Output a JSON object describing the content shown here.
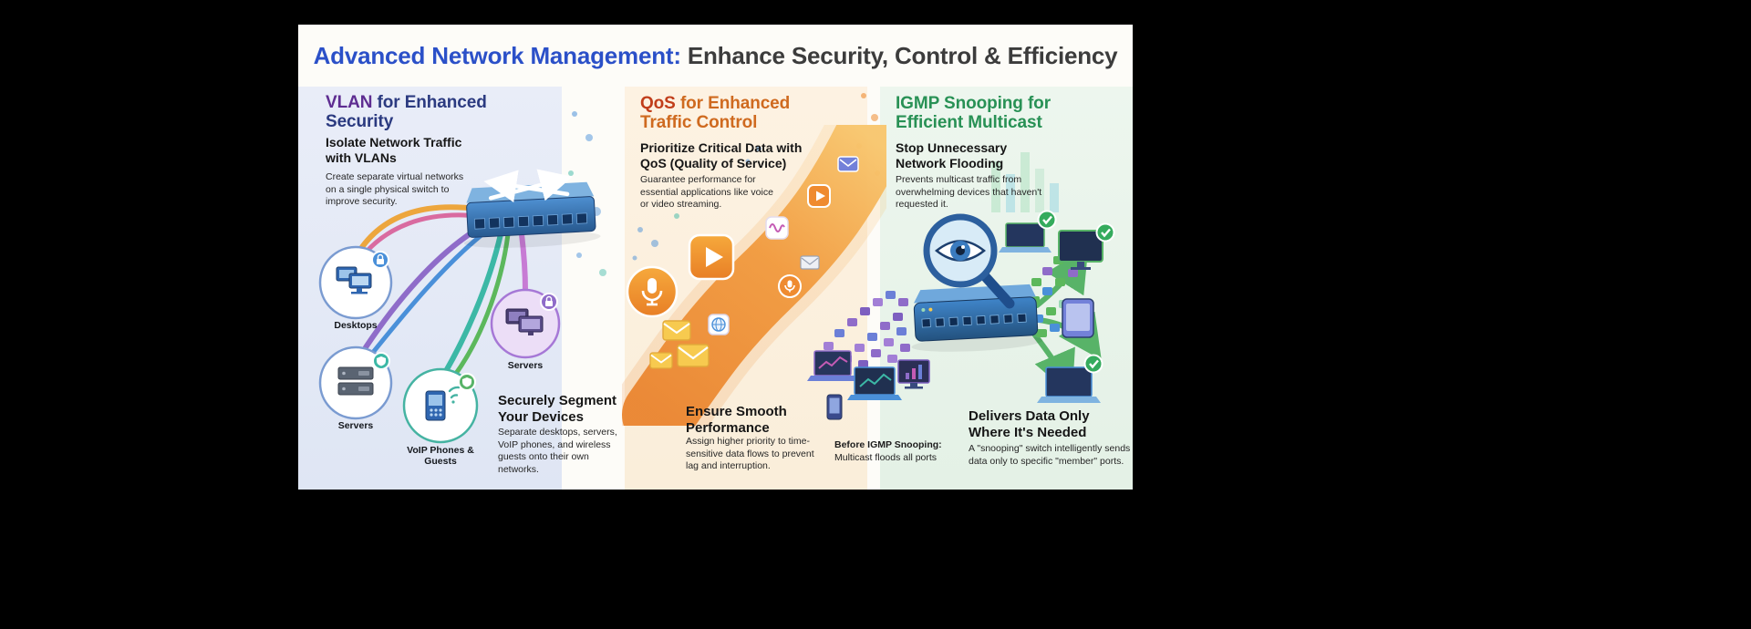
{
  "title": {
    "highlight": "Advanced Network Management:",
    "rest": " Enhance Security, Control & Efficiency"
  },
  "vlan": {
    "heading_highlight": "VLAN",
    "heading_rest": " for Enhanced Security",
    "point1_title": "Isolate Network Traffic with VLANs",
    "point1_body": "Create separate virtual networks on a single physical switch to improve security.",
    "label_desktops": "Desktops",
    "label_servers_left": "Servers",
    "label_servers_right": "Servers",
    "label_voip": "VoIP Phones & Guests",
    "point2_title": "Securely Segment Your Devices",
    "point2_body": "Separate desktops, servers, VoIP phones, and wireless guests onto their own networks."
  },
  "qos": {
    "heading_highlight": "QoS",
    "heading_rest": " for Enhanced Traffic Control",
    "point1_title": "Prioritize Critical Data with QoS (Quality of Service)",
    "point1_body": "Guarantee performance for essential applications like voice or video streaming.",
    "point2_title": "Ensure Smooth Performance",
    "point2_body": "Assign higher priority to time-sensitive data flows to prevent lag and interruption."
  },
  "igmp": {
    "heading": "IGMP Snooping for Efficient Multicast",
    "point1_title": "Stop Unnecessary Network Flooding",
    "point1_body": "Prevents multicast traffic from overwhelming devices that haven't requested it.",
    "before_label": "Before IGMP Snooping:",
    "before_body": "Multicast floods all ports",
    "point2_title": "Delivers Data Only Where It's Needed",
    "point2_body": "A \"snooping\" switch intelligently sends data only to specific \"member\" ports."
  },
  "colors": {
    "title_accent": "#2b50c8",
    "vlan_accent": "#5e2d91",
    "vlan_heading_rest": "#2b3a80",
    "qos_accent": "#c13e1b",
    "qos_heading_rest": "#cf6a1f",
    "igmp_accent": "#289155",
    "band_orange": "#f19a3e",
    "switch_blue": "#3a7bbf",
    "packet_purple": "#8f6cc9",
    "packet_green": "#5cb85c",
    "check_green": "#35ab5d"
  },
  "icons": {
    "vlan": [
      "network-switch",
      "exchange-arrows",
      "desktops",
      "servers",
      "monitors",
      "voip-phone",
      "wifi-arcs",
      "lock-badge",
      "shield-badge",
      "vlan-cables"
    ],
    "qos": [
      "priority-band",
      "mail",
      "play-button",
      "music-wave",
      "microphone",
      "globe",
      "envelope"
    ],
    "igmp": [
      "network-switch",
      "snooping-eye-magnifier",
      "data-packet",
      "laptop",
      "monitor",
      "tablet",
      "check-badge",
      "flow-arrow"
    ]
  }
}
